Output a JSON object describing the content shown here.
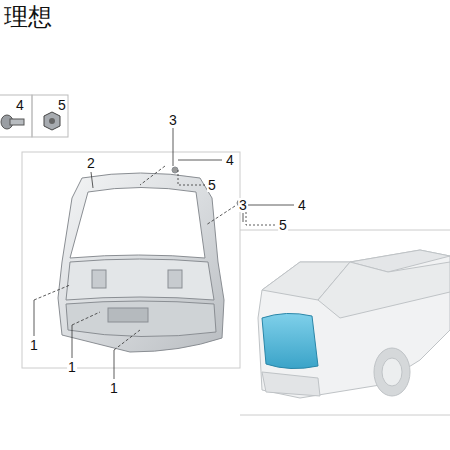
{
  "diagram": {
    "title": "理想",
    "labels": [
      "4",
      "5",
      "3",
      "4",
      "5",
      "3",
      "4",
      "5",
      "2",
      "1",
      "1",
      "1"
    ]
  }
}
